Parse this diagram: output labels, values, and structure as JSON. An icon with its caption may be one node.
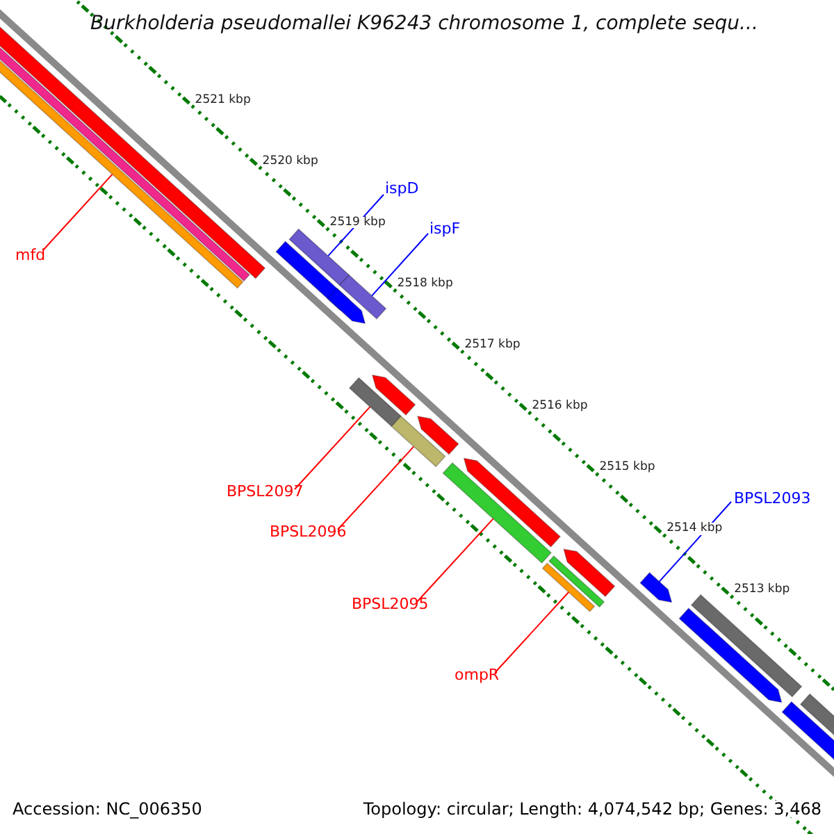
{
  "diagram": {
    "title": "Burkholderia pseudomallei K96243 chromosome 1, complete sequ...",
    "nodes": [
      {
        "text": [
          "ispD"
        ]
      },
      {
        "text": [
          "ispF"
        ]
      },
      {
        "text": [
          "mfd"
        ]
      },
      {
        "text": [
          "BPSL2097"
        ]
      },
      {
        "text": [
          "BPSL2093"
        ]
      },
      {
        "text": [
          "BPSL2096"
        ]
      },
      {
        "text": [
          "BPSL2095"
        ]
      },
      {
        "text": [
          "ompR"
        ]
      },
      {
        "text": [],
        "shape": "bar"
      },
      {
        "text": [],
        "shape": "bar"
      },
      {
        "text": [],
        "shape": "bar"
      },
      {
        "text": [],
        "shape": "bar"
      },
      {
        "text": [],
        "shape": "bar"
      },
      {
        "text": [],
        "shape": "bar"
      },
      {
        "text": [],
        "shape": "bar"
      },
      {
        "text": [],
        "shape": "bar"
      },
      {
        "text": [],
        "shape": "bar"
      },
      {
        "text": [],
        "shape": "bar"
      },
      {
        "text": [],
        "shape": "bar"
      },
      {
        "text": [],
        "shape": "bar"
      },
      {
        "text": [],
        "shape": "bar"
      },
      {
        "text": [],
        "shape": "bar"
      },
      {
        "text": [],
        "shape": "bar"
      },
      {
        "text": [],
        "shape": "bar"
      },
      {
        "text": [],
        "shape": "bar"
      },
      {
        "text": [],
        "shape": "bar"
      },
      {
        "text": [],
        "shape": "bar"
      },
      {
        "text": [],
        "shape": "bar"
      },
      {
        "text": [],
        "shape": "bar"
      }
    ],
    "edges": [
      {
        "from": 0,
        "to": 11,
        "arrow": "none",
        "color": "#0000ff"
      },
      {
        "from": 1,
        "to": 13,
        "arrow": "none",
        "color": "#0000ff"
      },
      {
        "from": 2,
        "to": 10,
        "arrow": "none"
      },
      {
        "from": 3,
        "to": 16,
        "arrow": "none"
      },
      {
        "from": 4,
        "to": 24,
        "arrow": "none",
        "color": "#0000ff"
      },
      {
        "from": 5,
        "to": 18,
        "arrow": "none"
      },
      {
        "from": 6,
        "to": 20,
        "arrow": "none"
      },
      {
        "from": 7,
        "to": 23,
        "arrow": "none"
      }
    ],
    "labels": [
      "2521 kbp",
      "2520 kbp",
      "2519 kbp",
      "2518 kbp",
      "2517 kbp",
      "2516 kbp",
      "2515 kbp",
      "2514 kbp",
      "2513 kbp",
      "Accession: NC_006350",
      "Topology: circular; Length: 4,074,542 bp; Genes: 3,468"
    ]
  }
}
